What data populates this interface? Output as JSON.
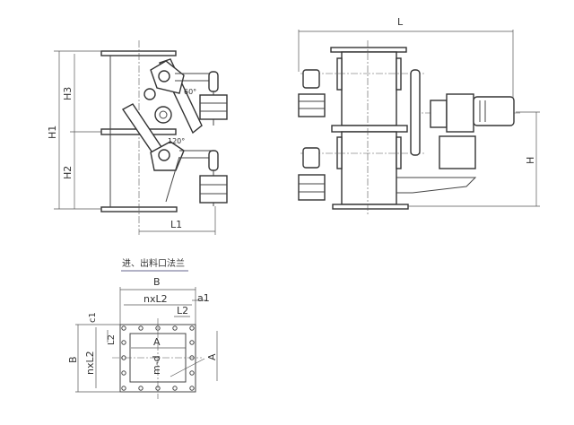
{
  "side_view": {
    "h1": "H1",
    "h2": "H2",
    "h3": "H3",
    "l1": "L1",
    "angle_top": "60°",
    "angle_bottom": "120°"
  },
  "front_view": {
    "l": "L",
    "h": "H"
  },
  "flange_view": {
    "title": "进、出料口法兰",
    "b_top": "B",
    "nxl2_top": "nxL2",
    "a1": "a1",
    "l2_top": "L2",
    "c1": "c1",
    "l2_side": "L2",
    "a_horizontal": "A",
    "m_d": "m-d",
    "a_vertical": "A",
    "b_side": "B",
    "nxl2_side": "nxL2"
  }
}
